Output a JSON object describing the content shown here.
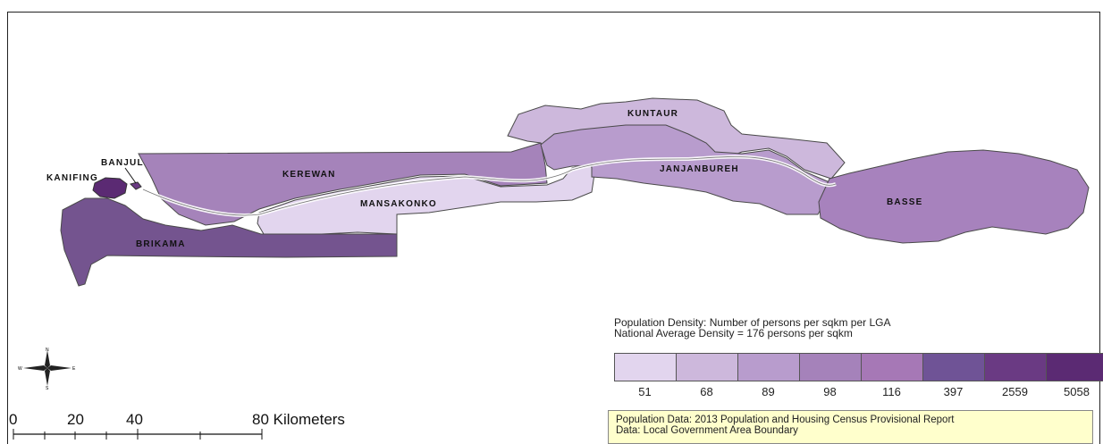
{
  "regions": [
    {
      "id": "kerewan",
      "label": "KEREWAN",
      "density": 116,
      "color": "#a583ba"
    },
    {
      "id": "mansakonko",
      "label": "MANSAKONKO",
      "density": 51,
      "color": "#e2d5ee"
    },
    {
      "id": "brikama",
      "label": "BRIKAMA",
      "density": 397,
      "color": "#74548f"
    },
    {
      "id": "kanifing",
      "label": "KANIFING",
      "density": 5058,
      "color": "#5b2a73"
    },
    {
      "id": "banjul",
      "label": "BANJUL",
      "density": 2559,
      "color": "#6a3a83"
    },
    {
      "id": "kuntaur",
      "label": "KUNTAUR",
      "density": 68,
      "color": "#cdb8dc"
    },
    {
      "id": "janjanbureh",
      "label": "JANJANBUREH",
      "density": 89,
      "color": "#b89ccd"
    },
    {
      "id": "basse",
      "label": "BASSE",
      "density": 98,
      "color": "#a782bd"
    }
  ],
  "legend": {
    "title_line1": "Population Density: Number of persons per sqkm per LGA",
    "title_line2": "National Average Density = 176 persons per sqkm",
    "classes": [
      {
        "value": "51",
        "color": "#e2d5ee"
      },
      {
        "value": "68",
        "color": "#cdb8dc"
      },
      {
        "value": "89",
        "color": "#b89ccd"
      },
      {
        "value": "98",
        "color": "#a582ba"
      },
      {
        "value": "116",
        "color": "#a678b6"
      },
      {
        "value": "397",
        "color": "#6f5396"
      },
      {
        "value": "2559",
        "color": "#6a3a83"
      },
      {
        "value": "5058",
        "color": "#5b2a73"
      }
    ]
  },
  "source": {
    "line1": "Population Data: 2013 Population and Housing Census Provisional Report",
    "line2": "Data: Local Government Area Boundary"
  },
  "scale_bar": {
    "labels": [
      "0",
      "20",
      "40",
      "80 Kilometers"
    ]
  },
  "compass": {
    "n": "N",
    "s": "S",
    "e": "E",
    "w": "W",
    "icon": "north-arrow-icon"
  }
}
